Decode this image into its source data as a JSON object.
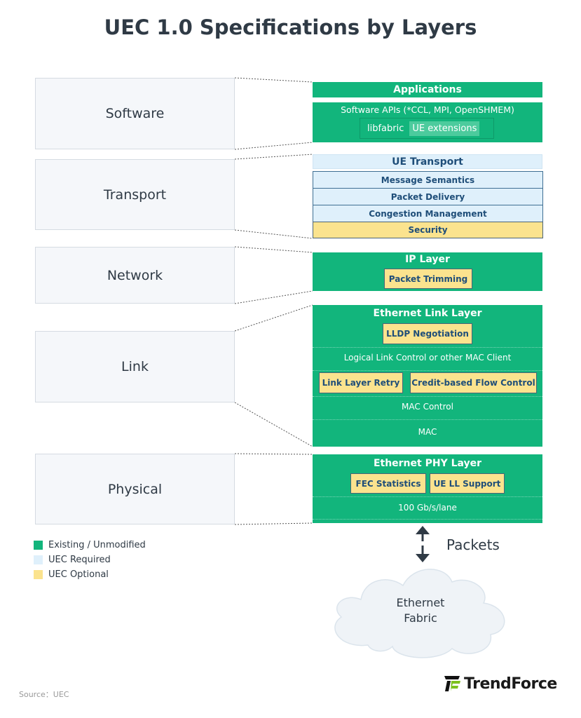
{
  "title": "UEC 1.0 Specifications by Layers",
  "layers": [
    "Software",
    "Transport",
    "Network",
    "Link",
    "Physical"
  ],
  "software": {
    "applications": "Applications",
    "apis": "Software APIs (*CCL, MPI, OpenSHMEM)",
    "libfabric": "libfabric",
    "ue_extensions": "UE extensions"
  },
  "transport": {
    "header": "UE Transport",
    "rows": [
      "Message Semantics",
      "Packet Delivery",
      "Congestion Management"
    ],
    "security": "Security"
  },
  "network": {
    "header": "IP Layer",
    "packet_trimming": "Packet Trimming"
  },
  "link": {
    "header": "Ethernet Link Layer",
    "lldp": "LLDP Negotiation",
    "llc": "Logical Link Control or other MAC Client",
    "llr": "Link Layer Retry",
    "cbfc": "Credit-based Flow Control",
    "mac_control": "MAC Control",
    "mac": "MAC"
  },
  "physical": {
    "header": "Ethernet PHY Layer",
    "fec": "FEC Statistics",
    "ue_ll": "UE LL Support",
    "lane": "100 Gb/s/lane"
  },
  "packets": "Packets",
  "cloud": {
    "line1": "Ethernet",
    "line2": "Fabric"
  },
  "legend": [
    {
      "label": "Existing / Unmodified",
      "color": "#12b57c"
    },
    {
      "label": "UEC Required",
      "color": "#dff0fb"
    },
    {
      "label": "UEC Optional",
      "color": "#fbe38e"
    }
  ],
  "source": "Source：UEC",
  "logo": "TrendForce"
}
